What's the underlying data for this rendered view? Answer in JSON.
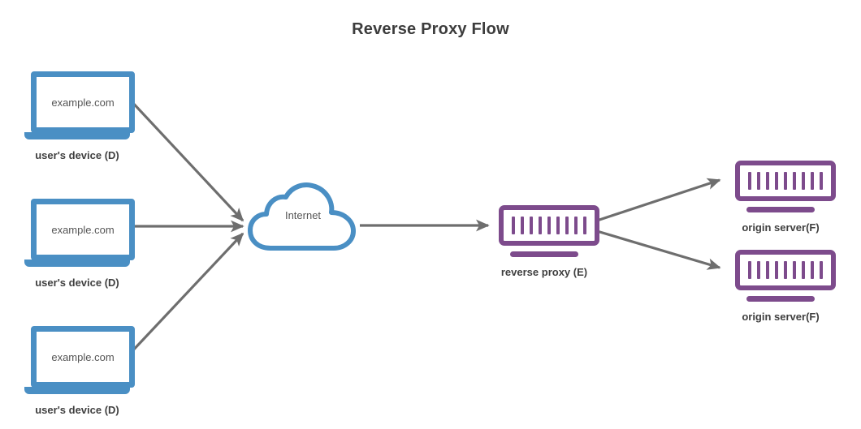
{
  "title": "Reverse Proxy Flow",
  "colors": {
    "blue": "#4a8fc4",
    "purple": "#7d4b8c",
    "arrow": "#6e6e6e",
    "title_text": "#3c3c3c",
    "label_text": "#3f3f3f",
    "screen_text": "#555555",
    "background": "#ffffff"
  },
  "nodes": {
    "clients": [
      {
        "screen_text": "example.com",
        "label": "user's device (D)"
      },
      {
        "screen_text": "example.com",
        "label": "user's device (D)"
      },
      {
        "screen_text": "example.com",
        "label": "user's device (D)"
      }
    ],
    "internet": {
      "label": "Internet"
    },
    "proxy": {
      "label": "reverse proxy (E)",
      "bar_count": 9
    },
    "origins": [
      {
        "label": "origin server(F)",
        "bar_count": 9
      },
      {
        "label": "origin server(F)",
        "bar_count": 9
      }
    ]
  },
  "edges": [
    {
      "from": "user's device (D)",
      "to": "Internet"
    },
    {
      "from": "user's device (D)",
      "to": "Internet"
    },
    {
      "from": "user's device (D)",
      "to": "Internet"
    },
    {
      "from": "Internet",
      "to": "reverse proxy (E)"
    },
    {
      "from": "reverse proxy (E)",
      "to": "origin server(F)"
    },
    {
      "from": "reverse proxy (E)",
      "to": "origin server(F)"
    }
  ]
}
